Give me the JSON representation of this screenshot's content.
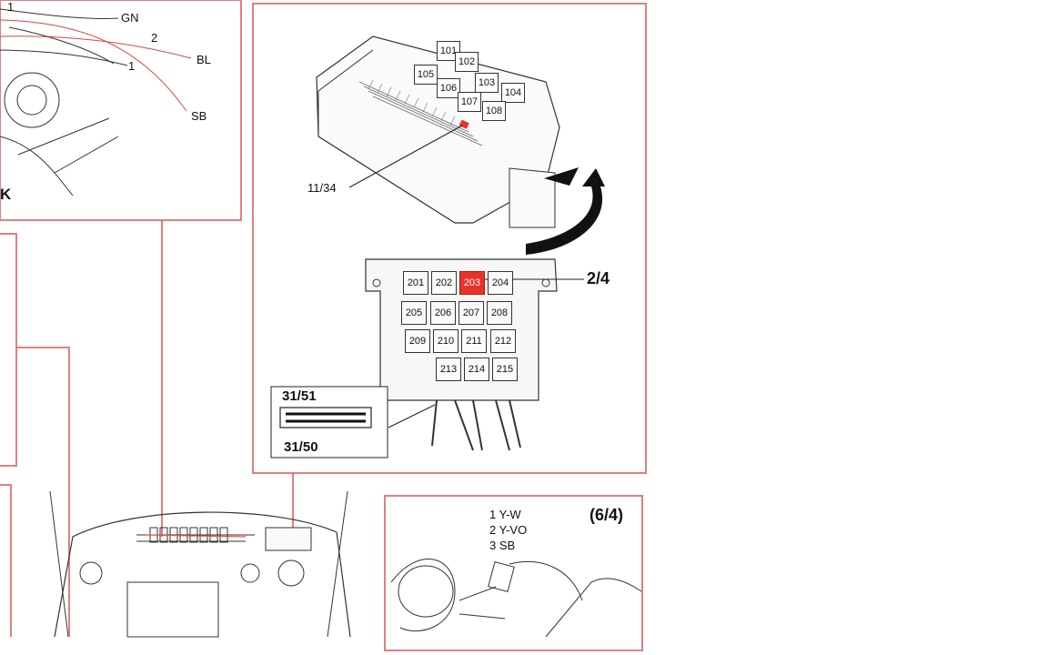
{
  "top_left_panel": {
    "wire_labels": [
      "GN",
      "BL",
      "SB"
    ],
    "wire_numbers": [
      "1",
      "2",
      "1"
    ],
    "edge_letter": "K"
  },
  "fusebox_panel": {
    "callout_fuse": "11/34",
    "upper_relays": [
      "101",
      "102",
      "103",
      "104",
      "105",
      "106",
      "107",
      "108"
    ],
    "lower_relays": [
      "201",
      "202",
      "203",
      "204",
      "205",
      "206",
      "207",
      "208",
      "209",
      "210",
      "211",
      "212",
      "213",
      "214",
      "215"
    ],
    "highlighted_relay": "203",
    "highlight_color": "#e8312a",
    "callout_relay": "2/4",
    "connector_top": "31/51",
    "connector_bottom": "31/50"
  },
  "connector_panel": {
    "title": "(6/4)",
    "wires": [
      "1 Y-W",
      "2 Y-VO",
      "3 SB"
    ]
  },
  "colors": {
    "border": "#e08080",
    "leader": "#e05050"
  }
}
